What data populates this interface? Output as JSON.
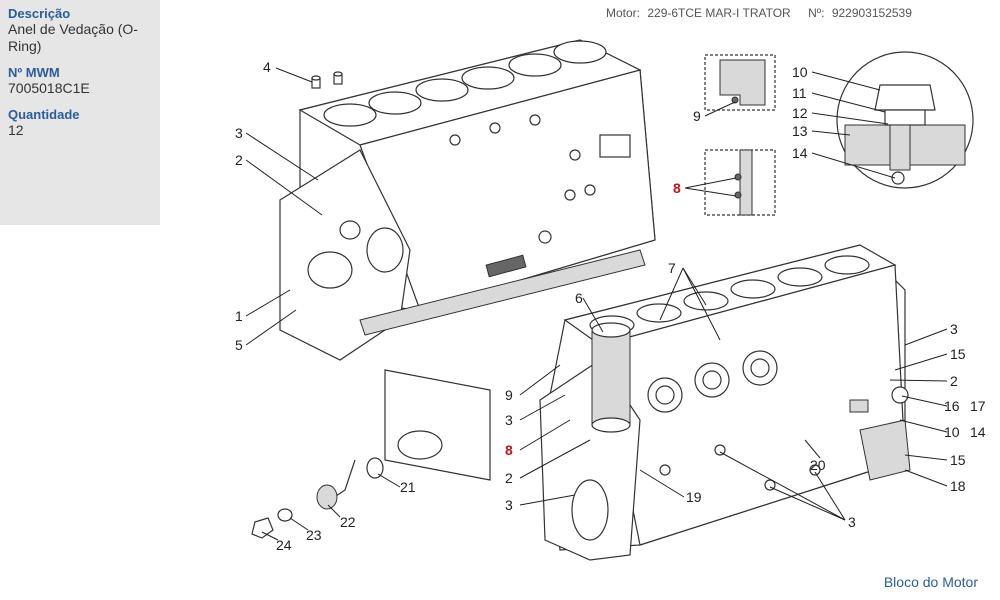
{
  "header": {
    "motor_label": "Motor:",
    "motor_value": "229-6TCE MAR-I TRATOR",
    "number_label": "Nº:",
    "number_value": "922903152539"
  },
  "info": {
    "description_label": "Descrição",
    "description_value": "Anel de Vedação (O-Ring)",
    "mwm_label": "Nº MWM",
    "mwm_value": "7005018C1E",
    "quantity_label": "Quantidade",
    "quantity_value": "12"
  },
  "footer": {
    "title": "Bloco do Motor"
  },
  "highlight_color": "#c0141c",
  "callouts": {
    "c1": "1",
    "c2a": "2",
    "c3a": "3",
    "c4": "4",
    "c5": "5",
    "c6": "6",
    "c7": "7",
    "c8a": "8",
    "c8b": "8",
    "c9a": "9",
    "c9b": "9",
    "c10": "10",
    "c11": "11",
    "c12": "12",
    "c13": "13",
    "c14": "14",
    "c3b": "3",
    "c15a": "15",
    "c2b": "2",
    "c16": "16",
    "c17": "17",
    "c10b": "10",
    "c14b": "14",
    "c15b": "15",
    "c18": "18",
    "c3c": "3",
    "c2c": "2",
    "c3d": "3",
    "c19": "19",
    "c20": "20",
    "c3e": "3",
    "c21": "21",
    "c22": "22",
    "c23": "23",
    "c24": "24"
  }
}
